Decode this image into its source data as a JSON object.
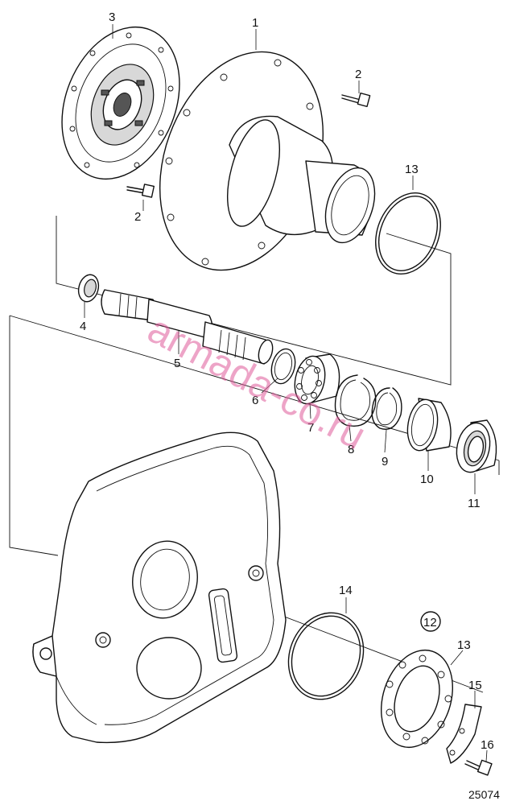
{
  "callouts": {
    "c1": "1",
    "c2a": "2",
    "c2b": "2",
    "c3": "3",
    "c4": "4",
    "c5": "5",
    "c6": "6",
    "c7": "7",
    "c8": "8",
    "c9": "9",
    "c10": "10",
    "c11": "11",
    "c12": "12",
    "c13a": "13",
    "c13b": "13",
    "c14": "14",
    "c15": "15",
    "c16": "16"
  },
  "drawing_number": "25074",
  "watermark": "armada-co.ru",
  "colors": {
    "line": "#111111",
    "watermark": "#e05a9a",
    "background": "#ffffff"
  }
}
